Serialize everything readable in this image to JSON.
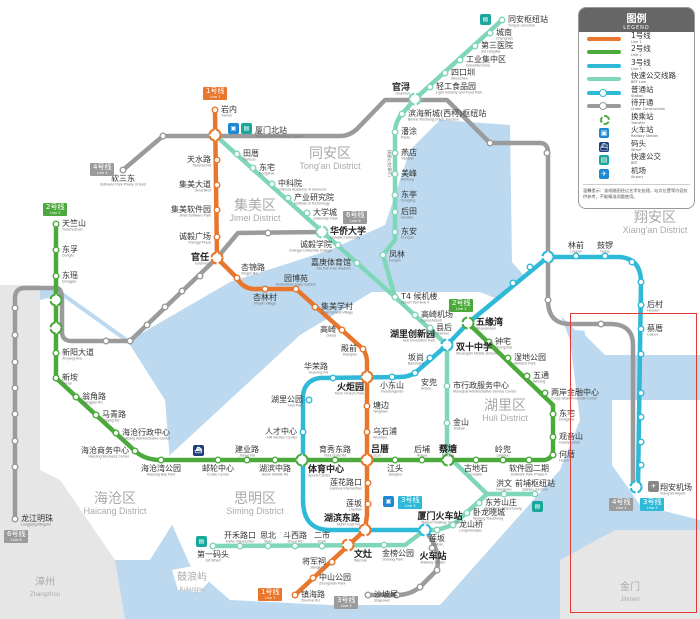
{
  "colors": {
    "line1": "#e8762c",
    "line2": "#4caa3c",
    "line3": "#2fb9d8",
    "brt": "#7fd6b8",
    "construction": "#9b9b9b",
    "sea": "#bcd9ef",
    "other_land": "#e6e6e6",
    "highlight": "#e53935"
  },
  "legend": {
    "title": "图例",
    "subtitle": "LEGEND",
    "items": [
      {
        "cn": "1号线",
        "en": "Line 1",
        "icon": "line1-swatch"
      },
      {
        "cn": "2号线",
        "en": "Line 2",
        "icon": "line2-swatch"
      },
      {
        "cn": "3号线",
        "en": "Line 3",
        "icon": "line3-swatch"
      },
      {
        "cn": "快速公交线路",
        "en": "BRT Line",
        "icon": "brt-swatch"
      },
      {
        "cn": "普通站",
        "en": "Station",
        "icon": "station-swatch"
      },
      {
        "cn": "待开通",
        "en": "Under Construction",
        "icon": "construction-swatch"
      },
      {
        "cn": "换乘站",
        "en": "Transfer",
        "icon": "transfer-icon"
      },
      {
        "cn": "火车站",
        "en": "Railway Station",
        "icon": "train-icon"
      },
      {
        "cn": "码头",
        "en": "Wharf",
        "icon": "ship-icon"
      },
      {
        "cn": "快速公交",
        "en": "BRT",
        "icon": "bus-icon"
      },
      {
        "cn": "机场",
        "en": "Airport",
        "icon": "airplane-icon"
      }
    ],
    "note": "温馨提示：该线路图经过艺术化处理，站点位置等内容仅供参考，不能精准测量使用。"
  },
  "badges": {
    "l1a": {
      "cn": "1号线",
      "en": "Line 1"
    },
    "l1b": {
      "cn": "1号线",
      "en": "Line 1"
    },
    "l2a": {
      "cn": "2号线",
      "en": "Line 2"
    },
    "l2b": {
      "cn": "2号线",
      "en": "Line 2"
    },
    "l3a": {
      "cn": "3号线",
      "en": "Line 3"
    },
    "l3b": {
      "cn": "3号线",
      "en": "Line 3"
    },
    "l3c": {
      "cn": "3号线",
      "en": "Line 3"
    },
    "l4a": {
      "cn": "4号线",
      "en": "Line 4"
    },
    "l4b": {
      "cn": "4号线",
      "en": "Line 4"
    },
    "l6a": {
      "cn": "6号线",
      "en": "Line 6"
    },
    "l6b": {
      "cn": "6号线",
      "en": "Line 6"
    }
  },
  "districts": {
    "tongan": {
      "cn": "同安区",
      "en": "Tong'an District"
    },
    "jimei": {
      "cn": "集美区",
      "en": "Jimei District"
    },
    "xiangan": {
      "cn": "翔安区",
      "en": "Xiang'an District"
    },
    "huli": {
      "cn": "湖里区",
      "en": "Huli District"
    },
    "siming": {
      "cn": "思明区",
      "en": "Siming District"
    },
    "haicang": {
      "cn": "海沧区",
      "en": "Haicang District"
    },
    "zhangzhou": {
      "cn": "漳州",
      "en": "Zhangzhou"
    },
    "kulangsu": {
      "cn": "鼓浪屿",
      "en": "Kulangsu"
    },
    "jinmen": {
      "cn": "金门",
      "en": "Jinmen"
    }
  },
  "stations": {
    "yannei": {
      "cn": "岩内",
      "en": "Yannei"
    },
    "xmnorth": {
      "cn": "厦门北站",
      "en": "Xiamen North Railway Station"
    },
    "tianshuilu": {
      "cn": "天水路",
      "en": "Tianshui Rd"
    },
    "jimeidadao": {
      "cn": "集美大道",
      "en": "Jimei Blvd"
    },
    "jimeisoft": {
      "cn": "集美软件园",
      "en": "Jimei Software Park"
    },
    "chengyiplaza": {
      "cn": "诚毅广场",
      "en": "Chengyi Plaza"
    },
    "guanren": {
      "cn": "官任",
      "en": "Guanren"
    },
    "xingjinlu": {
      "cn": "杏锦路",
      "en": "Xingjin Rd"
    },
    "xinglincun": {
      "cn": "杏林村",
      "en": "Xinglin Village"
    },
    "yuanboyuan": {
      "cn": "园博苑",
      "en": "Horticulture Expo Garden"
    },
    "jimeixuecun": {
      "cn": "集美学村",
      "en": "Jimei School Village"
    },
    "gaoqi": {
      "cn": "高崎",
      "en": "Gaoqi"
    },
    "dianqian": {
      "cn": "殿前",
      "en": "Dianqian"
    },
    "huojuyuan": {
      "cn": "火炬园",
      "en": "Torch Hi-tech Park"
    },
    "tangbian": {
      "cn": "塘边",
      "en": "Tangbian"
    },
    "wushipu": {
      "cn": "乌石浦",
      "en": "Wushipu"
    },
    "lvcuo": {
      "cn": "吕厝",
      "en": "Lucuo"
    },
    "lianhualukou": {
      "cn": "莲花路口",
      "en": "Lianhua Intersection"
    },
    "lianban": {
      "cn": "莲坂",
      "en": "Lianban"
    },
    "hubindonglu": {
      "cn": "湖滨东路",
      "en": "Hubin East Rd"
    },
    "wenzao": {
      "cn": "文灶",
      "en": "Wenzao"
    },
    "jiangjunci": {
      "cn": "将军祠",
      "en": "Jiangjunci"
    },
    "zhongshanpark": {
      "cn": "中山公园",
      "en": "Zhongshan Park"
    },
    "zhenhailu": {
      "cn": "镇海路",
      "en": "Zhenhai Rd"
    },
    "tianzhushan": {
      "cn": "天竺山",
      "en": "Tianzhushan"
    },
    "dongfu": {
      "cn": "东孚",
      "en": "Dongfu"
    },
    "dongyao": {
      "cn": "东瑶",
      "en": "Dongyao"
    },
    "xinyang": {
      "cn": "新阳大道",
      "en": "Xinyang Ave"
    },
    "xinan": {
      "cn": "新垵",
      "en": "Xin'an"
    },
    "wengjiao": {
      "cn": "翁角路",
      "en": "Wengjiao Rd"
    },
    "maqing": {
      "cn": "马青路",
      "en": "Maqing Rd"
    },
    "hcadmin": {
      "cn": "海沧行政中心",
      "en": "Haicang Administrative Center"
    },
    "hcbiz": {
      "cn": "海沧商务中心",
      "en": "Haicang Business Center"
    },
    "hcbay": {
      "cn": "海沧湾公园",
      "en": "Haicang Bay Park"
    },
    "cruise": {
      "cn": "邮轮中心",
      "en": "Cruise Center"
    },
    "jianye": {
      "cn": "建业路",
      "en": "Jianye Rd"
    },
    "hubinzhong": {
      "cn": "湖滨中路",
      "en": "Hubin Middle Rd"
    },
    "sports": {
      "cn": "体育中心",
      "en": "Sports Center"
    },
    "yuxiu": {
      "cn": "育秀东路",
      "en": "Yuxiu East Rd"
    },
    "jiangtou": {
      "cn": "江头",
      "en": "Jiangtou"
    },
    "houpu": {
      "cn": "后埔",
      "en": "Houpu"
    },
    "caitang": {
      "cn": "蔡塘",
      "en": "Caitang"
    },
    "gudishi": {
      "cn": "古地石",
      "en": "Gudishi"
    },
    "lingdou": {
      "cn": "岭兜",
      "en": "Lingdou"
    },
    "softpark2": {
      "cn": "软件园二期",
      "en": "Software Park Phase II"
    },
    "hecuo": {
      "cn": "何厝",
      "en": "Hecuo"
    },
    "guanyinshan": {
      "cn": "观音山",
      "en": "Guanyinshan"
    },
    "dongzhai": {
      "cn": "东宅",
      "en": "Dongzhai"
    },
    "crossstrait": {
      "cn": "两岸金融中心",
      "en": "Cross-Strait Financial Center"
    },
    "wutong": {
      "cn": "五通",
      "en": "Wutong"
    },
    "wetland": {
      "cn": "湿地公园",
      "en": "Wetland Park"
    },
    "zhongzhai": {
      "cn": "钟宅",
      "en": "Zhongzhai"
    },
    "wuyuanwan": {
      "cn": "五缘湾",
      "en": "Wuyuanwan"
    },
    "xaairport": {
      "cn": "翔安机场",
      "en": "Xiang'an Airport"
    },
    "caicuo": {
      "cn": "蔡厝",
      "en": "Caicuo"
    },
    "houcun": {
      "cn": "后村",
      "en": "Houcun"
    },
    "guluo": {
      "cn": "鼓锣",
      "en": "Guluo"
    },
    "linqian": {
      "cn": "林前",
      "en": "Linqian"
    },
    "hlinnov": {
      "cn": "湖里创新园",
      "en": "Huli Innovation Park"
    },
    "shuangshi": {
      "cn": "双十中学",
      "en": "Shuangshi Middle School"
    },
    "banshang": {
      "cn": "坂尚",
      "en": "Banshang"
    },
    "andou": {
      "cn": "安兜",
      "en": "Andou"
    },
    "xiaodongshan": {
      "cn": "小东山",
      "en": "Xiaodongshan"
    },
    "huarong": {
      "cn": "华荣路",
      "en": "Huarong Rd"
    },
    "hulipark": {
      "cn": "湖里公园",
      "en": "Huli Park"
    },
    "hrcenter": {
      "cn": "人才中心",
      "en": "HR Service Center"
    },
    "xmrail": {
      "cn": "厦门火车站",
      "en": "Xiamen Railway Station"
    },
    "railbrt": {
      "cn": "火车站",
      "en": "Railway Station"
    },
    "ruansan": {
      "cn": "软三东",
      "en": "Software Park Phase III East"
    },
    "longjiang": {
      "cn": "龙江明珠",
      "en": "Longjiang Mingzhu"
    },
    "shapowei": {
      "cn": "沙坡尾",
      "en": "Shapowei"
    },
    "tongan": {
      "cn": "同安枢纽站",
      "en": "Tong'an Junction"
    },
    "chengnan": {
      "cn": "城南",
      "en": "Chengnan"
    },
    "hospital3": {
      "cn": "第三医院",
      "en": "3rd Hospital"
    },
    "industrial": {
      "cn": "工业集中区",
      "en": "Industrial Zone"
    },
    "sikouzhen": {
      "cn": "四口圳",
      "en": "Sikouzhen"
    },
    "foodpark": {
      "cn": "轻工食品园",
      "en": "Light Industry and Food Park"
    },
    "guanxun": {
      "cn": "官浔",
      "en": "Guanxun"
    },
    "binhai": {
      "cn": "滨海新城(西柯)枢纽站",
      "en": "Binhai Xincheng (Xike) Junction"
    },
    "pantu": {
      "cn": "潘涂",
      "en": "Pantu"
    },
    "yandian": {
      "cn": "燕店",
      "en": "Yandian"
    },
    "meifeng": {
      "cn": "美峰",
      "en": "Meifeng"
    },
    "dongting": {
      "cn": "东亭",
      "en": "Dongting"
    },
    "houtian": {
      "cn": "后田",
      "en": "Houtian"
    },
    "dongan": {
      "cn": "东安",
      "en": "Dong'an"
    },
    "fenglin": {
      "cn": "凤林",
      "en": "Fenglin"
    },
    "t4": {
      "cn": "T4 候机楼",
      "en": "Airport Terminal 4"
    },
    "gaoqiairport": {
      "cn": "高崎机场",
      "en": "Gaoqi Airport"
    },
    "xianhou": {
      "cn": "县后",
      "en": "Xianhou"
    },
    "municipal": {
      "cn": "市行政服务中心",
      "en": "Municipal Administrative Service Center"
    },
    "jinshan": {
      "cn": "金山",
      "en": "Jinshan"
    },
    "hongwen": {
      "cn": "洪文",
      "en": "Hongwen"
    },
    "qianpu": {
      "cn": "前埔枢纽站",
      "en": "Qianpu Junction"
    },
    "dongfang": {
      "cn": "东芳山庄",
      "en": "Dongfang Shanzhuang"
    },
    "wolong": {
      "cn": "卧龙晓城",
      "en": "Wolong Xiaocheng"
    },
    "longshanqiao": {
      "cn": "龙山桥",
      "en": "Longshanqiao"
    },
    "lianbanbrt": {
      "cn": "莲坂",
      "en": "Lianban"
    },
    "jinbang": {
      "cn": "金榜公园",
      "en": "Jinbang Park"
    },
    "ershi": {
      "cn": "二市",
      "en": "Ershi"
    },
    "douxi": {
      "cn": "斗西路",
      "en": "Douxi Rd"
    },
    "sibei": {
      "cn": "思北",
      "en": "Sibei"
    },
    "kaihe": {
      "cn": "开禾路口",
      "en": "Kaihe Intersection"
    },
    "wharf1": {
      "cn": "第一码头",
      "en": "1st Wharf"
    },
    "tiancuo": {
      "cn": "田厝",
      "en": "Tiancuo"
    },
    "dongzhai2": {
      "cn": "东宅",
      "en": "Dongzhai"
    },
    "cas": {
      "cn": "中科院",
      "en": "Chinese Academy of Sciences"
    },
    "institute": {
      "cn": "产业研究院",
      "en": "Institute of Technology"
    },
    "unitown": {
      "cn": "大学城",
      "en": "University Town"
    },
    "huaqiao": {
      "cn": "华侨大学",
      "en": "Huaqiao University"
    },
    "chengyicollege": {
      "cn": "诚毅学院",
      "en": "Chengyi University College"
    },
    "jiageng": {
      "cn": "嘉庚体育馆",
      "en": "Tan Kah Kee Stadium"
    }
  },
  "brt_vertical_label": "快速公交(BRT)"
}
